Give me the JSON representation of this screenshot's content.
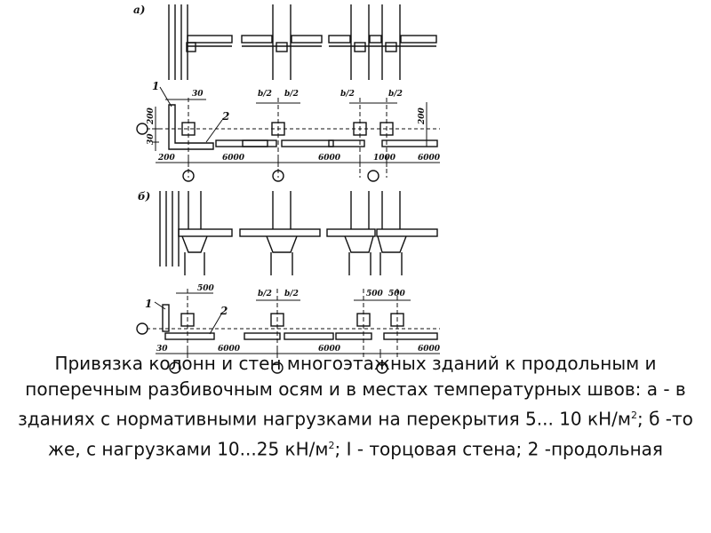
{
  "figure": {
    "label_a": "а)",
    "label_b": "б)",
    "callout_1": "1",
    "callout_2": "2",
    "dims": {
      "d30": "30",
      "d200": "200",
      "half_b": "b/2",
      "d6000": "6000",
      "d1000": "1000",
      "d500": "500"
    }
  },
  "caption": {
    "part1": "Привязка колонн и стен многоэтажных зданий к продольным и поперечным разбивочным осям и в местах температурных швов: а - в зданиях с нормативными нагрузками на перекрытия 5... 10 кН/м",
    "sup1": "2",
    "part2": "; б -то же, с нагрузками 10...25 кН/м",
    "sup2": "2",
    "part3": "; I - торцовая стена; 2 -продольная"
  }
}
